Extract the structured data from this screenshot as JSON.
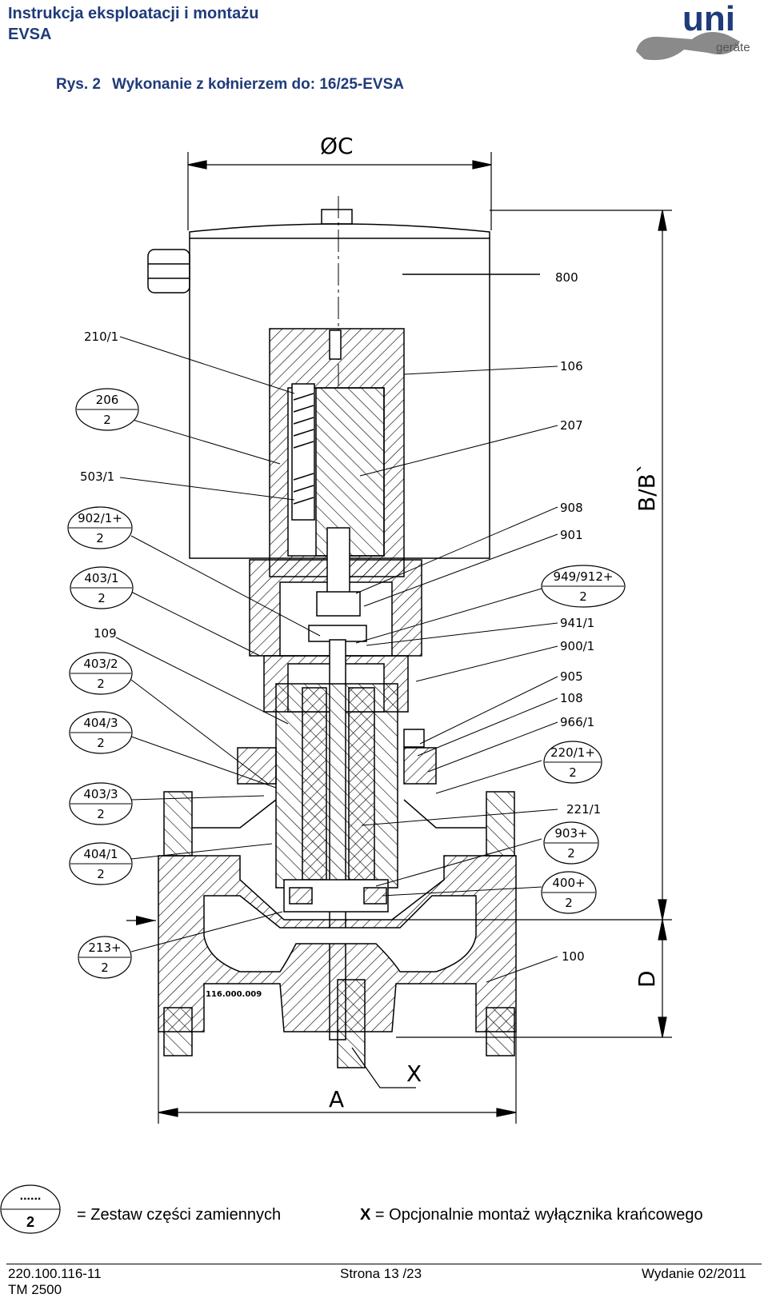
{
  "header": {
    "title_line1": "Instrukcja eksploatacji i montażu",
    "title_line2": "EVSA"
  },
  "logo": {
    "brand": "uni",
    "sub": "geräte"
  },
  "figure": {
    "label": "Rys. 2",
    "caption": "Wykonanie z kołnierzem do: 16/25-EVSA",
    "dims": {
      "c": "ØC",
      "bb": "B/B`",
      "a": "A",
      "d": "D",
      "x": "X"
    },
    "drawing_code": "116.000.009",
    "plain_labels": [
      "800",
      "210/1",
      "106",
      "207",
      "503/1",
      "908",
      "901",
      "109",
      "941/1",
      "900/1",
      "905",
      "108",
      "966/1",
      "221/1",
      "100"
    ],
    "kit_labels": [
      {
        "top": "206",
        "bottom": "2"
      },
      {
        "top": "902/1+",
        "bottom": "2"
      },
      {
        "top": "403/1",
        "bottom": "2"
      },
      {
        "top": "403/2",
        "bottom": "2"
      },
      {
        "top": "404/3",
        "bottom": "2"
      },
      {
        "top": "403/3",
        "bottom": "2"
      },
      {
        "top": "404/1",
        "bottom": "2"
      },
      {
        "top": "213+",
        "bottom": "2"
      },
      {
        "top": "949/912+",
        "bottom": "2"
      },
      {
        "top": "220/1+",
        "bottom": "2"
      },
      {
        "top": "903+",
        "bottom": "2"
      },
      {
        "top": "400+",
        "bottom": "2"
      }
    ]
  },
  "legend": {
    "symbol_top": "......",
    "symbol_bottom": "2",
    "kit_text": "= Zestaw części zamiennych",
    "x_symbol": "X",
    "x_text": "= Opcjonalnie montaż wyłącznika krańcowego"
  },
  "footer": {
    "doc_number": "220.100.116-11",
    "tm": "TM 2500",
    "page": "Strona 13 /23",
    "edition": "Wydanie 02/2011"
  }
}
